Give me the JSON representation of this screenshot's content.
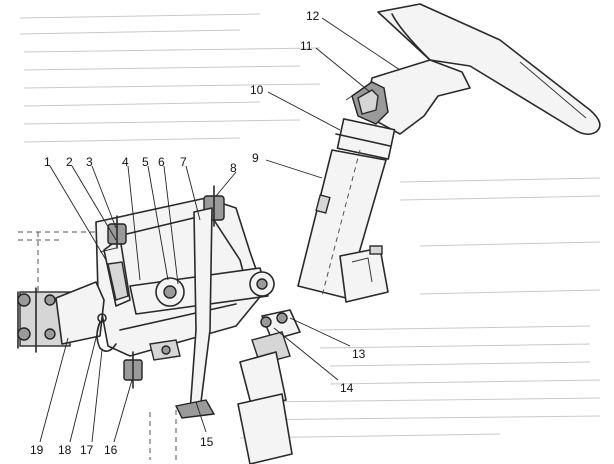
{
  "callouts": [
    {
      "id": "c1",
      "text": "1"
    },
    {
      "id": "c2",
      "text": "2"
    },
    {
      "id": "c3",
      "text": "3"
    },
    {
      "id": "c4",
      "text": "4"
    },
    {
      "id": "c5",
      "text": "5"
    },
    {
      "id": "c6",
      "text": "6"
    },
    {
      "id": "c7",
      "text": "7"
    },
    {
      "id": "c8",
      "text": "8"
    },
    {
      "id": "c9",
      "text": "9"
    },
    {
      "id": "c10",
      "text": "10"
    },
    {
      "id": "c11",
      "text": "11"
    },
    {
      "id": "c12",
      "text": "12"
    },
    {
      "id": "c13",
      "text": "13"
    },
    {
      "id": "c14",
      "text": "14"
    },
    {
      "id": "c15",
      "text": "15"
    },
    {
      "id": "c16",
      "text": "16"
    },
    {
      "id": "c17",
      "text": "17"
    },
    {
      "id": "c18",
      "text": "18"
    },
    {
      "id": "c19",
      "text": "19"
    }
  ],
  "colors": {
    "ink": "#2a2a2a",
    "paper": "#ffffff",
    "shade": "#9a9a9a",
    "background_text_ghost": "#c9c9c9"
  },
  "icons": [
    "steering-wheel",
    "steering-column",
    "pedal-bracket",
    "brake-pedal",
    "cardan-joint",
    "master-cylinder"
  ]
}
